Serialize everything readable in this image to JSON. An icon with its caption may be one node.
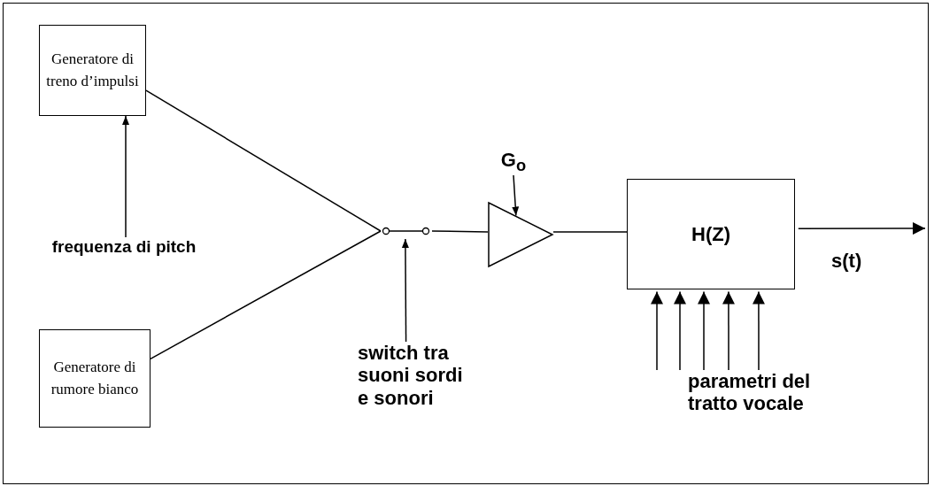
{
  "diagram": {
    "nodes": [
      {
        "text": [
          "Generatore di treno d’impulsi"
        ]
      },
      {
        "text": [
          "frequenza di pitch"
        ]
      },
      {
        "text": [
          "Generatore di rumore bianco"
        ]
      },
      {
        "text": [],
        "shape": "switch"
      },
      {
        "text": [
          "switch tra suoni sordi e sonori"
        ]
      },
      {
        "text": [
          "G$_{o}$"
        ]
      },
      {
        "text": [],
        "shape": "triangle"
      },
      {
        "text": [
          "H(Z)"
        ]
      },
      {
        "text": [
          "parametri del tratto vocale"
        ]
      }
    ],
    "edges": [
      {
        "from": 1,
        "to": 0,
        "arrow": "to"
      },
      {
        "from": 0,
        "to": 3,
        "arrow": "none"
      },
      {
        "from": 2,
        "to": 3,
        "arrow": "none"
      },
      {
        "from": 4,
        "to": 3,
        "arrow": "to"
      },
      {
        "from": 3,
        "to": 6,
        "arrow": "none"
      },
      {
        "from": 5,
        "to": 6,
        "arrow": "to"
      },
      {
        "from": 6,
        "to": 7,
        "arrow": "none"
      },
      {
        "from": 7,
        "to": null,
        "arrow": "to",
        "label": "s(t)"
      },
      {
        "from": 8,
        "to": 7,
        "arrow": "to"
      },
      {
        "from": 8,
        "to": 7,
        "arrow": "to"
      },
      {
        "from": 8,
        "to": 7,
        "arrow": "to"
      },
      {
        "from": 8,
        "to": 7,
        "arrow": "to"
      },
      {
        "from": 8,
        "to": 7,
        "arrow": "to"
      }
    ]
  }
}
